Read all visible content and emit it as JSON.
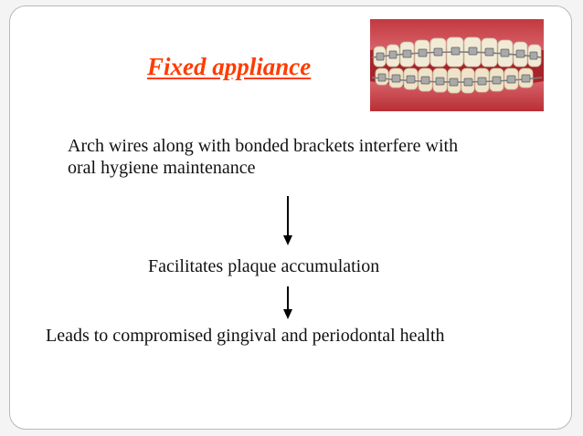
{
  "slide": {
    "title": "Fixed appliance",
    "intro_line_1": "Arch wires along with bonded brackets interfere with",
    "intro_line_2": "oral hygiene maintenance",
    "step_1": "Facilitates plaque accumulation",
    "step_2": "Leads to compromised gingival and periodontal health"
  },
  "colors": {
    "title": "#ff3c00",
    "frame_border": "#b9b9b9",
    "text": "#111111"
  }
}
